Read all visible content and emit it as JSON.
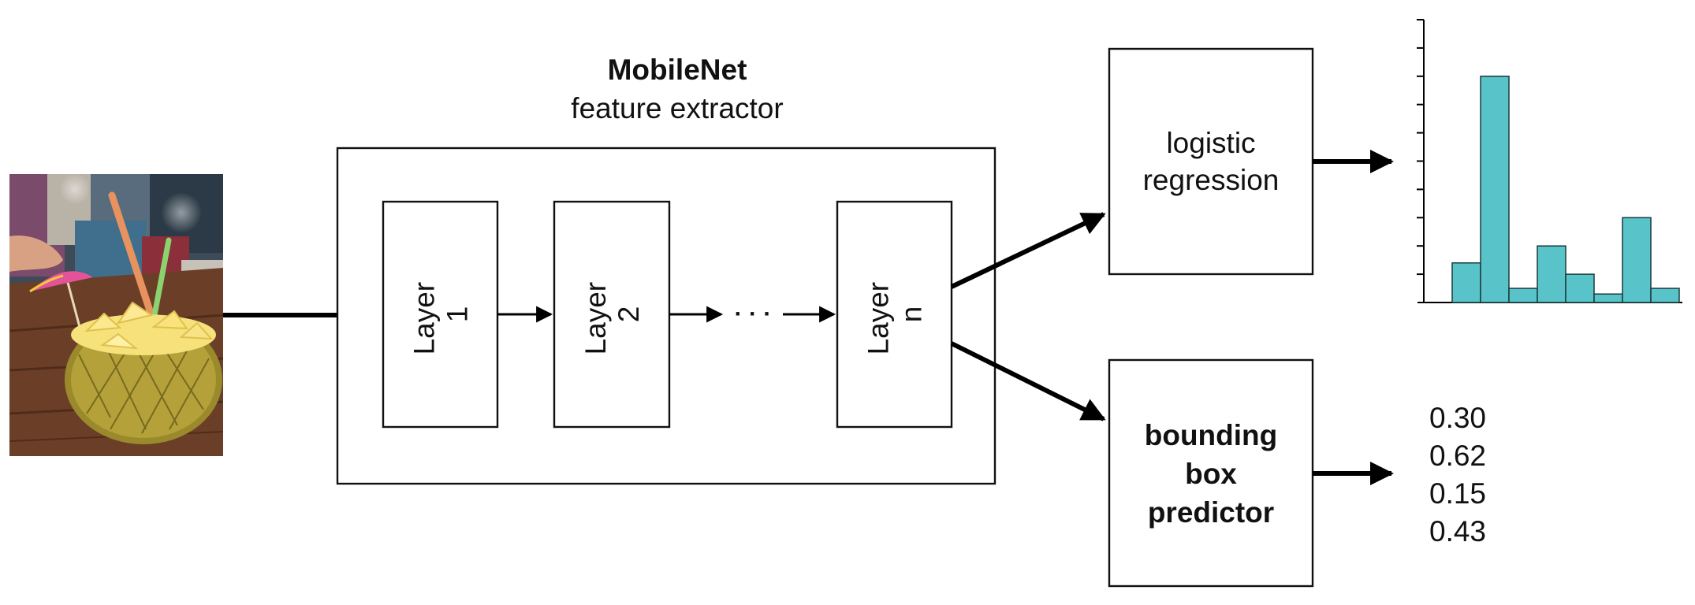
{
  "extractor": {
    "title": "MobileNet",
    "subtitle": "feature extractor",
    "layers": [
      {
        "line1": "Layer",
        "line2": "1"
      },
      {
        "line1": "Layer",
        "line2": "2"
      },
      {
        "line1": "Layer",
        "line2": "n"
      }
    ],
    "ellipsis": "· · ·"
  },
  "heads": {
    "classifier": {
      "line1": "logistic",
      "line2": "regression"
    },
    "bbox": {
      "line1": "bounding",
      "line2": "box",
      "line3": "predictor"
    }
  },
  "bbox_outputs": [
    "0.30",
    "0.62",
    "0.15",
    "0.43"
  ],
  "histogram": {
    "values": [
      14,
      80,
      5,
      20,
      10,
      3,
      30,
      5
    ],
    "color": "#58c4c9"
  },
  "photo": {
    "icon": "pineapple-drink-photo"
  }
}
